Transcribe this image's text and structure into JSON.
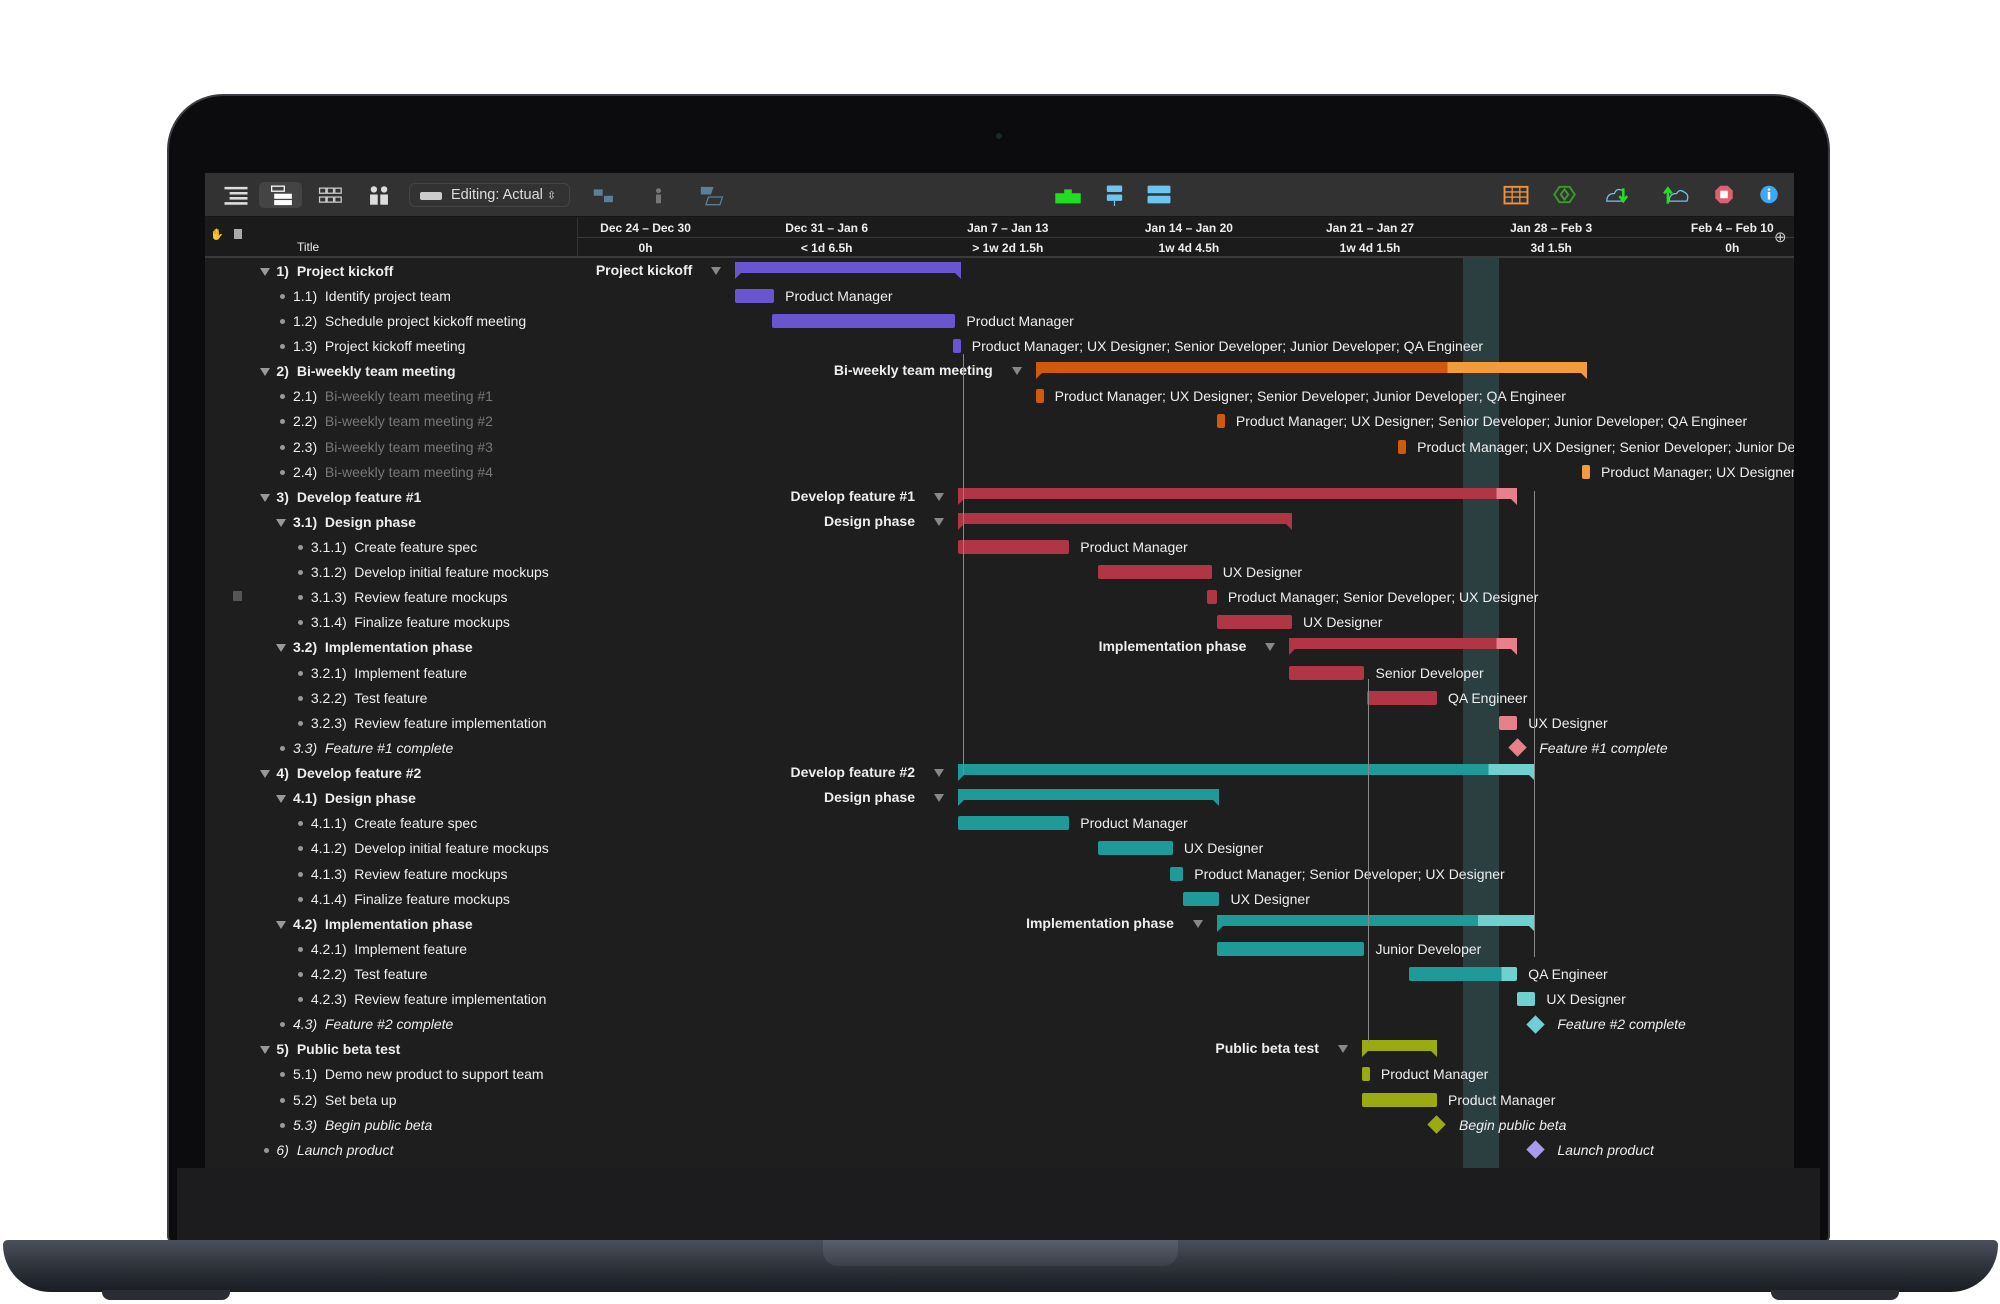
{
  "toolbar": {
    "editing_label": "Editing: Actual",
    "icons": [
      "outline-view-icon",
      "gantt-view-icon",
      "network-view-icon",
      "resource-view-icon",
      "connect-tasks-icon",
      "resource-icon",
      "split-task-icon",
      "level-resources-icon",
      "indent-icon",
      "catch-up-icon",
      "table-icon",
      "milestone-icon",
      "cloud-download-icon",
      "cloud-upload-icon",
      "stop-icon",
      "info-icon"
    ]
  },
  "header": {
    "title_col": "Title",
    "weeks": [
      {
        "range": "Dec 24 – Dec 30",
        "effort": "0h"
      },
      {
        "range": "Dec 31 – Jan 6",
        "effort": "< 1d 6.5h"
      },
      {
        "range": "Jan 7 – Jan 13",
        "effort": "> 1w 2d 1.5h"
      },
      {
        "range": "Jan 14 – Jan 20",
        "effort": "1w 4d 4.5h"
      },
      {
        "range": "Jan 21 – Jan 27",
        "effort": "1w 4d 1.5h"
      },
      {
        "range": "Jan 28 – Feb 3",
        "effort": "3d 1.5h"
      },
      {
        "range": "Feb 4 – Feb 10",
        "effort": "0h"
      }
    ]
  },
  "colors": {
    "purple": "#6a55d0",
    "orange": "#cf5a0c",
    "orange_light": "#f29a3c",
    "red": "#b03545",
    "red_light": "#e8808c",
    "teal": "#1f9a99",
    "teal_light": "#6fd0cf",
    "olive": "#9aab12",
    "lavender": "#a89af0",
    "today": "#2b3e40"
  },
  "today_days": [
    35.1,
    36.5
  ],
  "rows": [
    {
      "num": "1)",
      "title": "Project kickoff",
      "level": 0,
      "kind": "summary",
      "color": "purple",
      "start": 7.0,
      "end": 15.7,
      "label": "Project kickoff"
    },
    {
      "num": "1.1)",
      "title": "Identify project team",
      "level": 1,
      "kind": "task",
      "color": "purple",
      "start": 7.0,
      "end": 8.5,
      "label": "Product Manager"
    },
    {
      "num": "1.2)",
      "title": "Schedule project kickoff meeting",
      "level": 1,
      "kind": "task",
      "color": "purple",
      "start": 8.4,
      "end": 15.5,
      "label": "Product Manager"
    },
    {
      "num": "1.3)",
      "title": "Project kickoff meeting",
      "level": 1,
      "kind": "task",
      "color": "purple",
      "start": 15.4,
      "end": 15.7,
      "label": "Product Manager; UX Designer; Senior Developer; Junior Developer; QA Engineer"
    },
    {
      "num": "2)",
      "title": "Bi-weekly team meeting",
      "level": 0,
      "kind": "summary",
      "color": "orange",
      "light": "orange_light",
      "start": 18.6,
      "end": 39.9,
      "light_from": 34.5,
      "label": "Bi-weekly team meeting"
    },
    {
      "num": "2.1)",
      "title": "Bi-weekly team meeting #1",
      "level": 1,
      "dim": true,
      "kind": "task",
      "color": "orange",
      "start": 18.6,
      "end": 18.9,
      "label": "Product Manager; UX Designer; Senior Developer; Junior Developer; QA Engineer"
    },
    {
      "num": "2.2)",
      "title": "Bi-weekly team meeting #2",
      "level": 1,
      "dim": true,
      "kind": "task",
      "color": "orange",
      "start": 25.6,
      "end": 25.9,
      "label": "Product Manager; UX Designer; Senior Developer; Junior Developer; QA Engineer"
    },
    {
      "num": "2.3)",
      "title": "Bi-weekly team meeting #3",
      "level": 1,
      "dim": true,
      "kind": "task",
      "color": "orange",
      "start": 32.6,
      "end": 32.9,
      "label": "Product Manager; UX Designer; Senior Developer; Junior De"
    },
    {
      "num": "2.4)",
      "title": "Bi-weekly team meeting #4",
      "level": 1,
      "dim": true,
      "kind": "task",
      "color": "orange_light",
      "start": 39.7,
      "end": 40.0,
      "label": "Product Manager; UX Designer"
    },
    {
      "num": "3)",
      "title": "Develop feature #1",
      "level": 0,
      "kind": "summary",
      "color": "red",
      "light": "red_light",
      "start": 15.6,
      "end": 37.2,
      "light_from": 36.4,
      "label": "Develop feature #1"
    },
    {
      "num": "3.1)",
      "title": "Design phase",
      "level": 1,
      "kind": "summary",
      "color": "red",
      "start": 15.6,
      "end": 28.5,
      "label": "Design phase"
    },
    {
      "num": "3.1.1)",
      "title": "Create feature spec",
      "level": 2,
      "kind": "task",
      "color": "red",
      "start": 15.6,
      "end": 19.9,
      "label": "Product Manager"
    },
    {
      "num": "3.1.2)",
      "title": "Develop initial feature mockups",
      "level": 2,
      "kind": "task",
      "color": "red",
      "start": 21.0,
      "end": 25.4,
      "label": "UX Designer"
    },
    {
      "num": "3.1.3)",
      "title": "Review feature mockups",
      "level": 2,
      "kind": "task",
      "color": "red",
      "start": 25.2,
      "end": 25.6,
      "label": "Product Manager; Senior Developer; UX Designer"
    },
    {
      "num": "3.1.4)",
      "title": "Finalize feature mockups",
      "level": 2,
      "kind": "task",
      "color": "red",
      "start": 25.6,
      "end": 28.5,
      "label": "UX Designer"
    },
    {
      "num": "3.2)",
      "title": "Implementation phase",
      "level": 1,
      "kind": "summary",
      "color": "red",
      "light": "red_light",
      "start": 28.4,
      "end": 37.2,
      "light_from": 36.4,
      "label": "Implementation phase"
    },
    {
      "num": "3.2.1)",
      "title": "Implement feature",
      "level": 2,
      "kind": "task",
      "color": "red",
      "start": 28.4,
      "end": 31.3,
      "label": "Senior Developer"
    },
    {
      "num": "3.2.2)",
      "title": "Test feature",
      "level": 2,
      "kind": "task",
      "color": "red",
      "start": 31.4,
      "end": 34.1,
      "label": "QA Engineer"
    },
    {
      "num": "3.2.3)",
      "title": "Review feature implementation",
      "level": 2,
      "kind": "task",
      "color": "red_light",
      "start": 36.5,
      "end": 37.2,
      "label": "UX Designer"
    },
    {
      "num": "3.3)",
      "title": "Feature #1 complete",
      "level": 1,
      "kind": "milestone",
      "color": "red_light",
      "start": 37.2,
      "label": "Feature #1 complete"
    },
    {
      "num": "4)",
      "title": "Develop feature #2",
      "level": 0,
      "kind": "summary",
      "color": "teal",
      "light": "teal_light",
      "start": 15.6,
      "end": 37.9,
      "light_from": 36.1,
      "label": "Develop feature #2"
    },
    {
      "num": "4.1)",
      "title": "Design phase",
      "level": 1,
      "kind": "summary",
      "color": "teal",
      "start": 15.6,
      "end": 25.7,
      "label": "Design phase"
    },
    {
      "num": "4.1.1)",
      "title": "Create feature spec",
      "level": 2,
      "kind": "task",
      "color": "teal",
      "start": 15.6,
      "end": 19.9,
      "label": "Product Manager"
    },
    {
      "num": "4.1.2)",
      "title": "Develop initial feature mockups",
      "level": 2,
      "kind": "task",
      "color": "teal",
      "start": 21.0,
      "end": 23.9,
      "label": "UX Designer"
    },
    {
      "num": "4.1.3)",
      "title": "Review feature mockups",
      "level": 2,
      "kind": "task",
      "color": "teal",
      "start": 23.8,
      "end": 24.3,
      "label": "Product Manager; Senior Developer; UX Designer"
    },
    {
      "num": "4.1.4)",
      "title": "Finalize feature mockups",
      "level": 2,
      "kind": "task",
      "color": "teal",
      "start": 24.3,
      "end": 25.7,
      "label": "UX Designer"
    },
    {
      "num": "4.2)",
      "title": "Implementation phase",
      "level": 1,
      "kind": "summary",
      "color": "teal",
      "light": "teal_light",
      "start": 25.6,
      "end": 37.9,
      "light_from": 35.7,
      "label": "Implementation phase"
    },
    {
      "num": "4.2.1)",
      "title": "Implement feature",
      "level": 2,
      "kind": "task",
      "color": "teal",
      "start": 25.6,
      "end": 31.3,
      "label": "Junior Developer"
    },
    {
      "num": "4.2.2)",
      "title": "Test feature",
      "level": 2,
      "kind": "task",
      "color": "teal",
      "light": "teal_light",
      "start": 33.0,
      "end": 37.2,
      "light_from": 36.6,
      "label": "QA Engineer"
    },
    {
      "num": "4.2.3)",
      "title": "Review feature implementation",
      "level": 2,
      "kind": "task",
      "color": "teal_light",
      "start": 37.2,
      "end": 37.9,
      "label": "UX Designer"
    },
    {
      "num": "4.3)",
      "title": "Feature #2 complete",
      "level": 1,
      "kind": "milestone",
      "color": "teal_light",
      "start": 37.9,
      "label": "Feature #2 complete"
    },
    {
      "num": "5)",
      "title": "Public beta test",
      "level": 0,
      "kind": "summary",
      "color": "olive",
      "start": 31.2,
      "end": 34.1,
      "label": "Public beta test"
    },
    {
      "num": "5.1)",
      "title": "Demo new product to support team",
      "level": 1,
      "kind": "task",
      "color": "olive",
      "start": 31.2,
      "end": 31.5,
      "label": "Product Manager"
    },
    {
      "num": "5.2)",
      "title": "Set beta up",
      "level": 1,
      "kind": "task",
      "color": "olive",
      "start": 31.2,
      "end": 34.1,
      "label": "Product Manager"
    },
    {
      "num": "5.3)",
      "title": "Begin public beta",
      "level": 1,
      "kind": "milestone",
      "color": "olive",
      "start": 34.1,
      "label": "Begin public beta"
    },
    {
      "num": "6)",
      "title": "Launch product",
      "level": 0,
      "kind": "milestone",
      "color": "lavender",
      "start": 37.9,
      "label": "Launch product"
    }
  ]
}
